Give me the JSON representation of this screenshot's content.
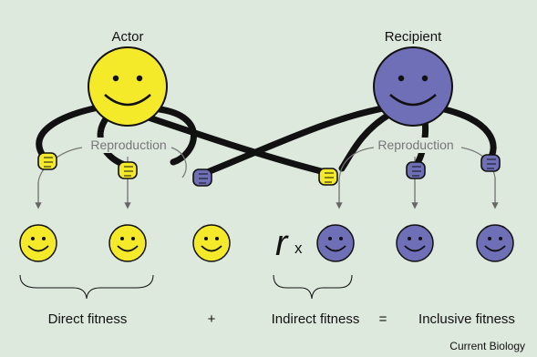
{
  "labels": {
    "actor": "Actor",
    "recipient": "Recipient",
    "reproduction_left": "Reproduction",
    "reproduction_right": "Reproduction",
    "r": "r",
    "times": "x",
    "direct_fitness": "Direct fitness",
    "plus": "+",
    "indirect_fitness": "Indirect fitness",
    "equals": "=",
    "inclusive_fitness": "Inclusive fitness",
    "credit": "Current Biology"
  },
  "colors": {
    "background": "#dde9dc",
    "actor_yellow": "#f5ea2a",
    "recipient_purple": "#6f6fb8",
    "outline": "#111111",
    "arrow_gray": "#666666"
  }
}
